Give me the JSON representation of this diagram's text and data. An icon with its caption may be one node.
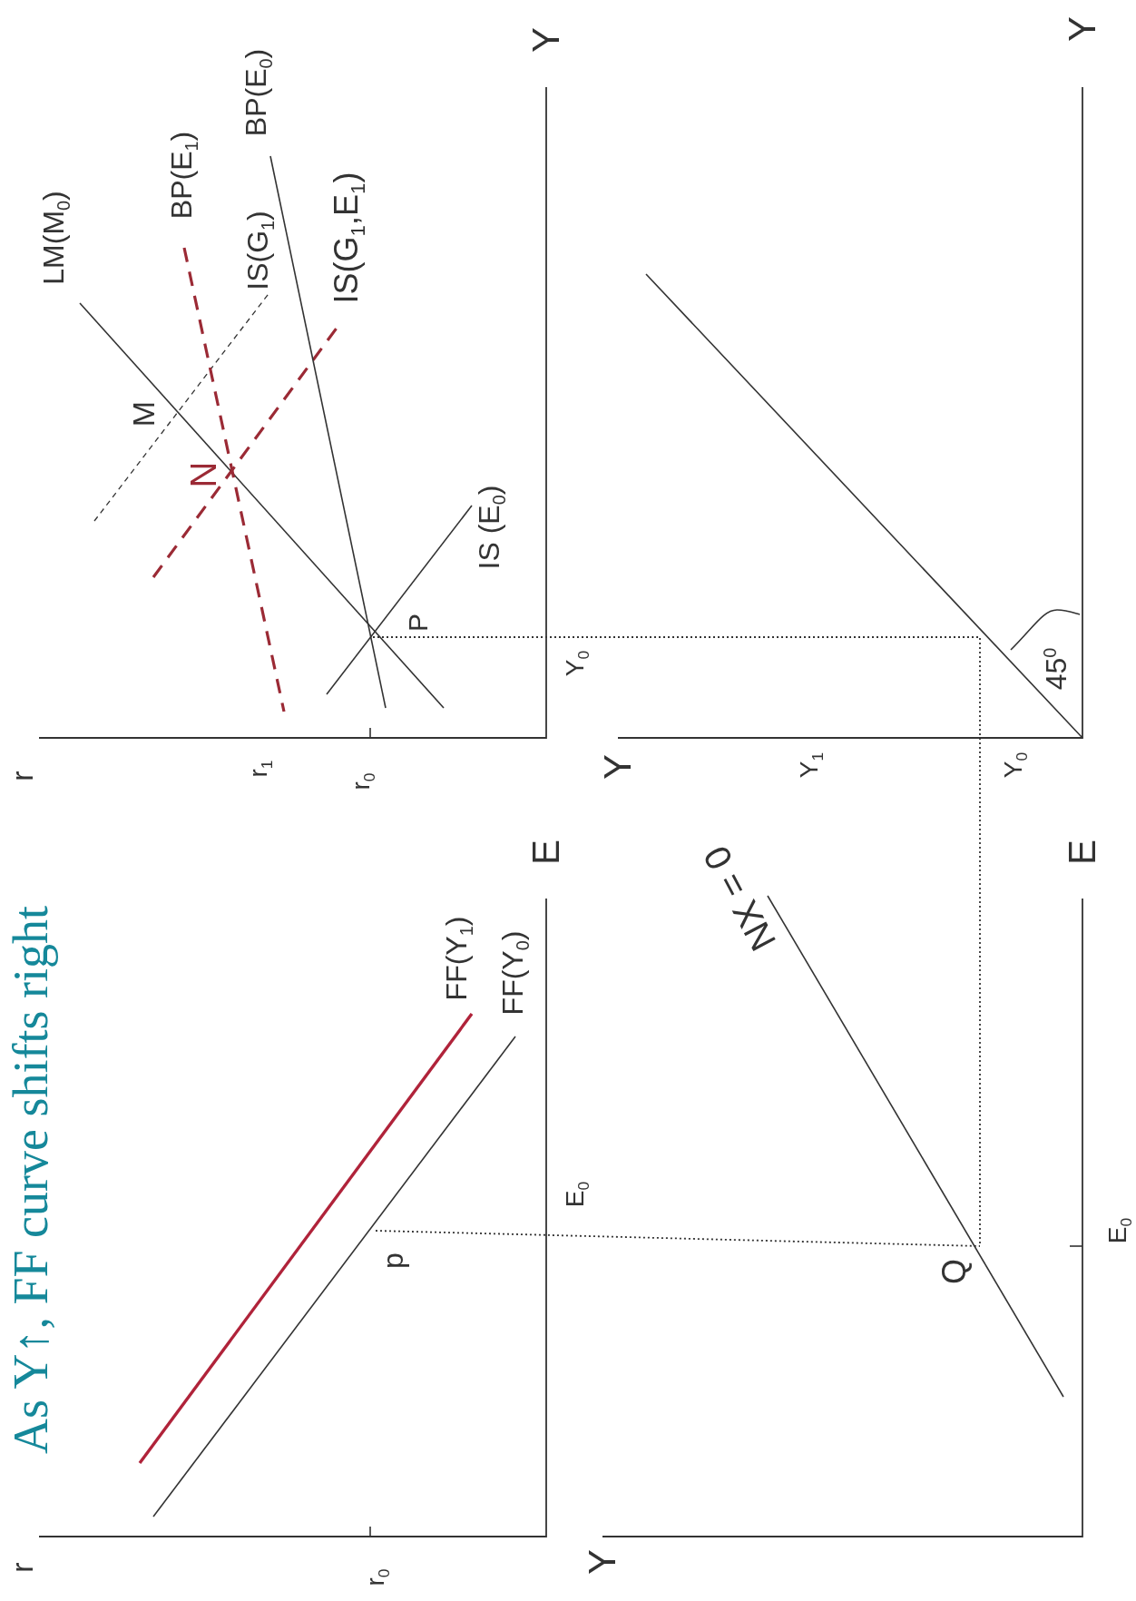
{
  "diagram": {
    "title": "As Y↑, FF curve shifts right",
    "labels": [
      "LM(M$_{0}$)",
      "BP(E$_{1}$)",
      "IS(G$_{1}$)",
      "BP(E$_{0}$)",
      "IS(G$_{1}$,E$_{1}$)",
      "M",
      "N",
      "IS (E$_{0}$)",
      "P",
      "Y",
      "r",
      "r$_{1}$",
      "r$_{0}$",
      "Y$_{0}$",
      "Y",
      "Y",
      "Y$_{1}$",
      "Y$_{0}$",
      "45$^{0}$",
      "FF(Y$_{1}$)",
      "FF(Y$_{0}$)",
      "p",
      "E$_{0}$",
      "E",
      "r",
      "r$_{0}$",
      "Y",
      "NX = 0",
      "Q",
      "E",
      "E$_{0}$"
    ]
  }
}
